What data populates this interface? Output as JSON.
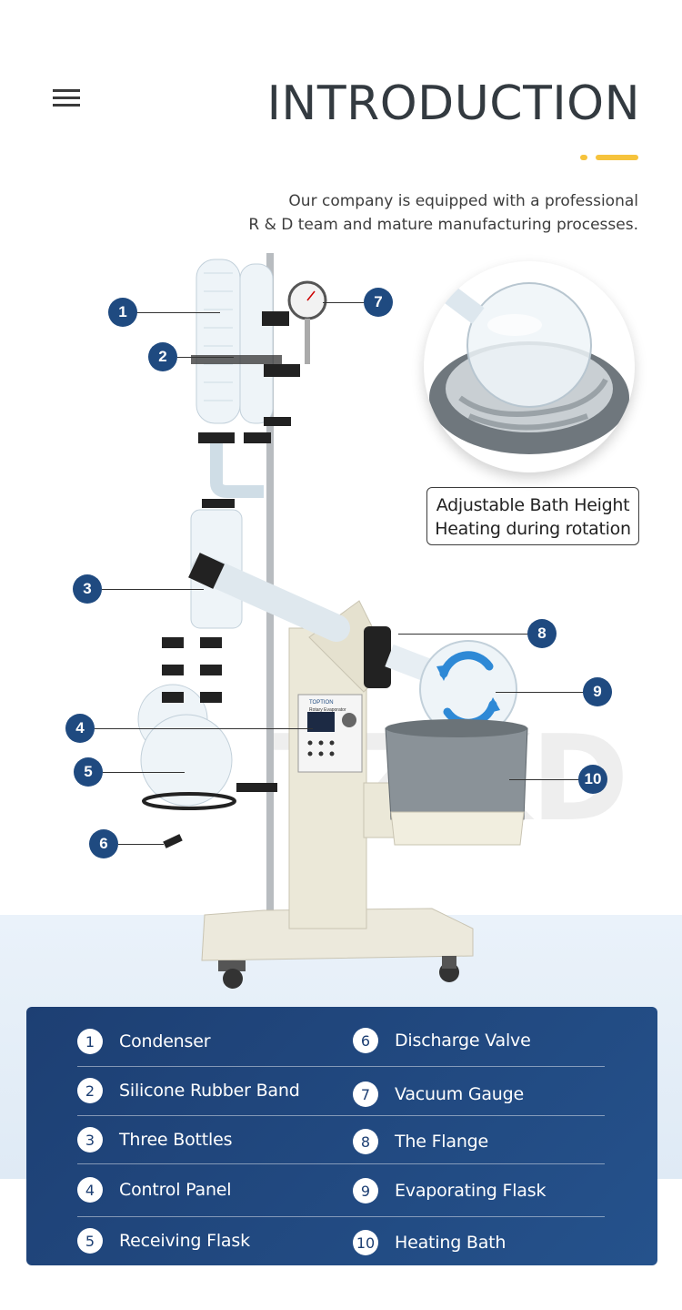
{
  "header": {
    "title": "INTRODUCTION",
    "intro_line1": "Our company is equipped with a professional",
    "intro_line2": "R & D team and mature manufacturing processes."
  },
  "diagram": {
    "watermark": "TZKD",
    "panel_brand": "TOPTION",
    "panel_title": "Rotary Evaporator",
    "callouts": [
      "1",
      "2",
      "3",
      "4",
      "5",
      "6",
      "7",
      "8",
      "9",
      "10"
    ]
  },
  "bath_note": {
    "line1": "Adjustable Bath Height",
    "line2": "Heating during rotation"
  },
  "legend": {
    "items": [
      {
        "num": "1",
        "label": "Condenser"
      },
      {
        "num": "2",
        "label": "Silicone Rubber Band"
      },
      {
        "num": "3",
        "label": "Three Bottles"
      },
      {
        "num": "4",
        "label": "Control Panel"
      },
      {
        "num": "5",
        "label": "Receiving Flask"
      },
      {
        "num": "6",
        "label": "Discharge Valve"
      },
      {
        "num": "7",
        "label": "Vacuum Gauge"
      },
      {
        "num": "8",
        "label": "The Flange"
      },
      {
        "num": "9",
        "label": "Evaporating Flask"
      },
      {
        "num": "10",
        "label": "Heating Bath"
      }
    ]
  },
  "colors": {
    "accent": "#f6c33c",
    "callout": "#1f4a80",
    "legend_bg": "#1d3f73",
    "title": "#333a40"
  },
  "icons": [
    "menu-icon",
    "rotation-arrows-icon"
  ]
}
